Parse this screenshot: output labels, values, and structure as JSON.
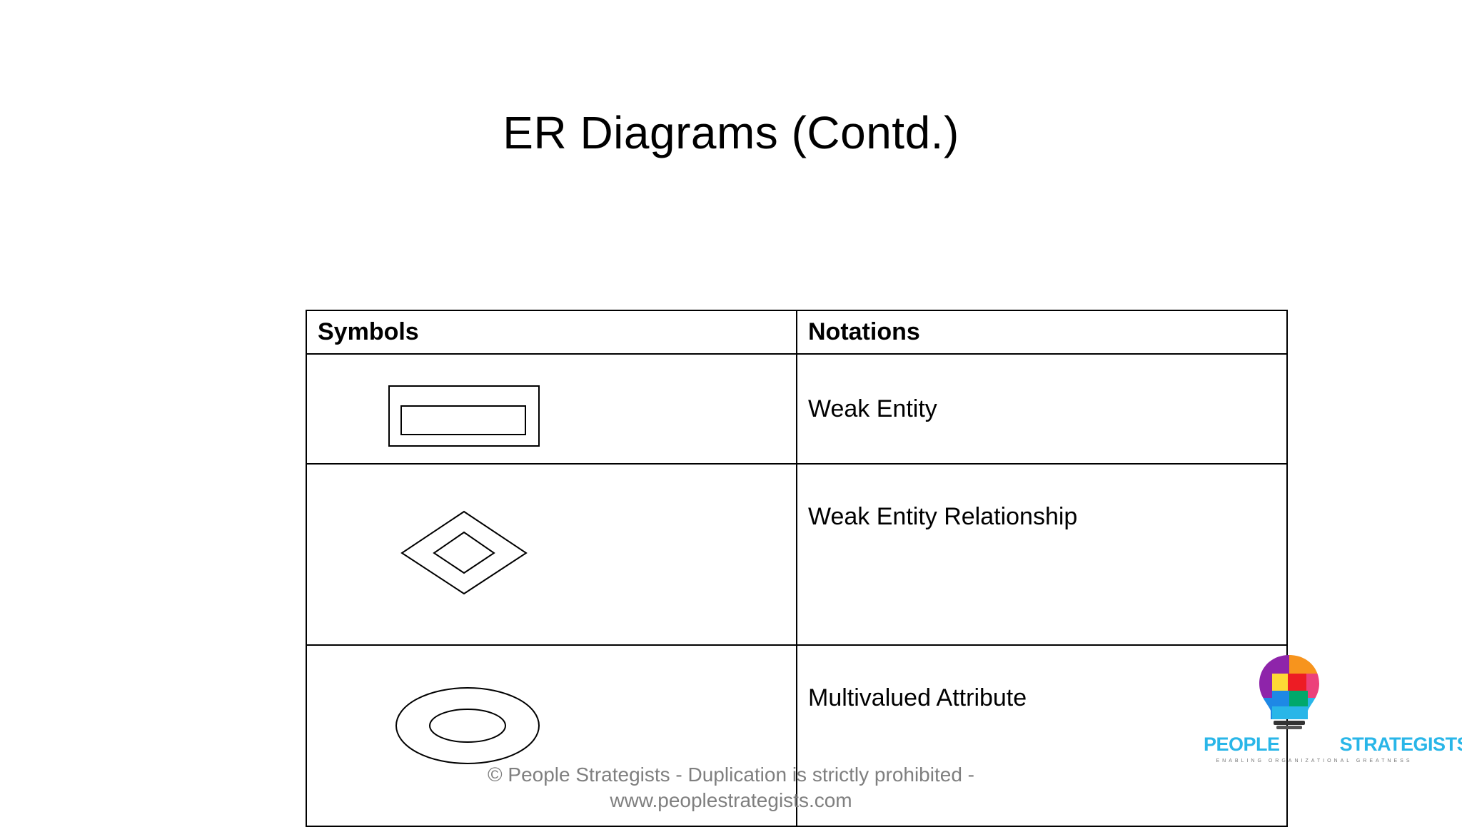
{
  "slide": {
    "title": "ER Diagrams (Contd.)"
  },
  "table": {
    "headers": {
      "symbols": "Symbols",
      "notations": "Notations"
    },
    "rows": [
      {
        "symbol_icon": "weak-entity-double-rectangle-icon",
        "notation": "Weak Entity"
      },
      {
        "symbol_icon": "weak-entity-relationship-double-diamond-icon",
        "notation": "Weak Entity Relationship"
      },
      {
        "symbol_icon": "multivalued-attribute-double-ellipse-icon",
        "notation": "Multivalued Attribute"
      }
    ]
  },
  "footer": {
    "line1": "© People Strategists - Duplication is strictly prohibited -",
    "line2": "www.peoplestrategists.com"
  },
  "logo": {
    "name_part1": "PEOPLE",
    "name_part2": "STRATEGISTS",
    "tagline": "ENABLING ORGANIZATIONAL GREATNESS",
    "icon": "puzzle-lightbulb-icon",
    "colors": {
      "text": "#29b6e8",
      "orange": "#f7941d",
      "red": "#ed1c24",
      "pink": "#ec407a",
      "purple": "#8e24aa",
      "yellow": "#fdd835",
      "blue": "#1e88e5",
      "green": "#00a86b",
      "cyan": "#29b6e8"
    }
  }
}
